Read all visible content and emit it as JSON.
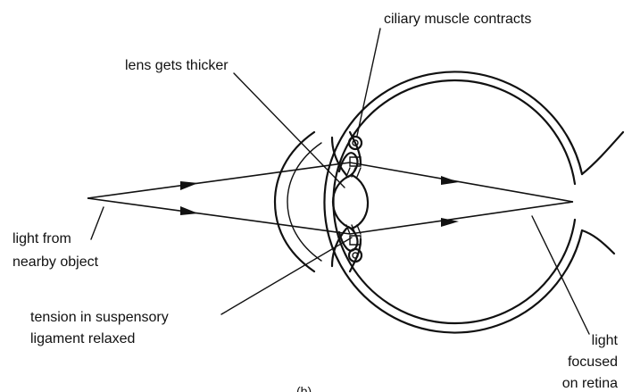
{
  "labels": {
    "ciliary": "ciliary muscle contracts",
    "lens": "lens gets thicker",
    "light_line1": "light from",
    "light_line2": "nearby object",
    "tension_line1": "tension in suspensory",
    "tension_line2": "ligament relaxed",
    "focused_line1": "light",
    "focused_line2": "focused",
    "focused_line3": "on retina",
    "part_marker": "(b)"
  }
}
